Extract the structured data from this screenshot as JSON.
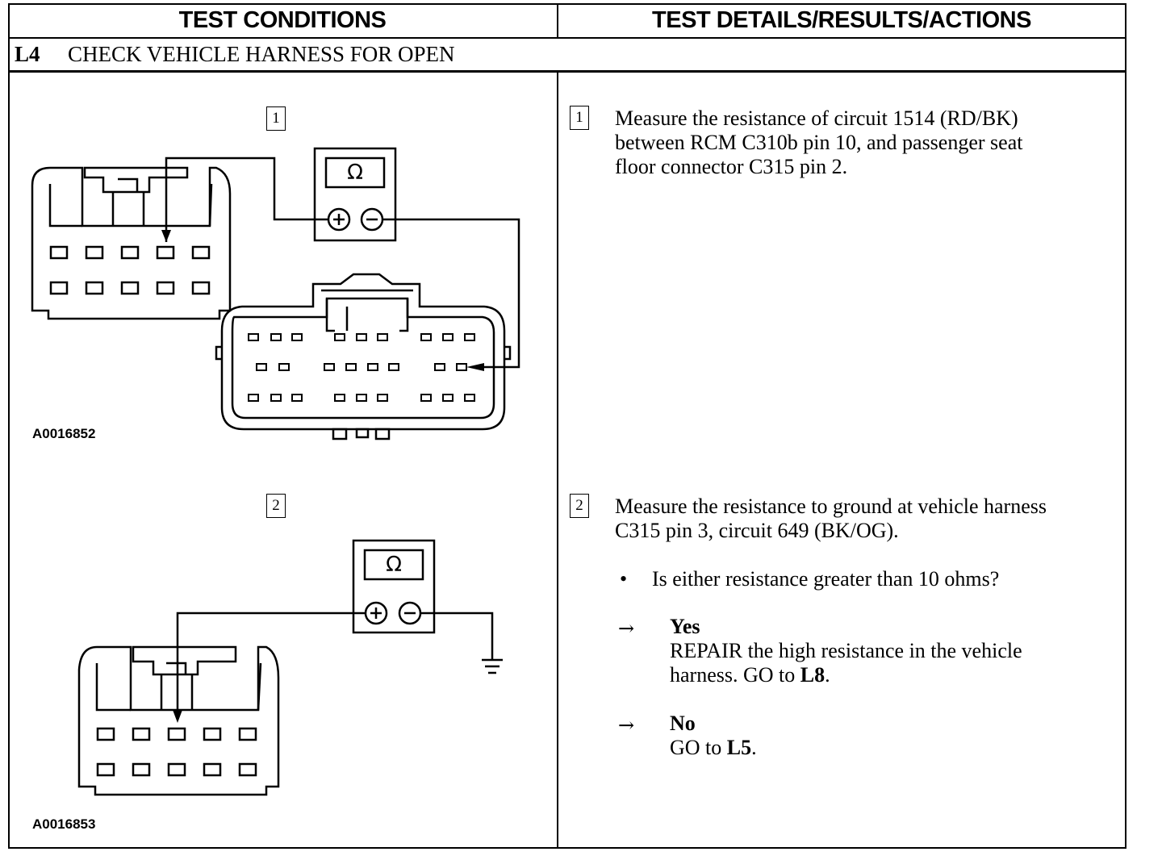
{
  "header": {
    "left": "TEST CONDITIONS",
    "right": "TEST DETAILS/RESULTS/ACTIONS"
  },
  "step": {
    "id": "L4",
    "title": "CHECK VEHICLE HARNESS FOR OPEN"
  },
  "conditions": [
    {
      "number": "1",
      "meter_symbol": "Ω",
      "figure_id": "A0016852"
    },
    {
      "number": "2",
      "meter_symbol": "Ω",
      "figure_id": "A0016853"
    }
  ],
  "details": {
    "step1": {
      "number": "1",
      "lines": [
        "Measure the resistance of circuit 1514 (RD/BK)",
        "between RCM C310b pin 10, and passenger seat",
        "floor connector C315 pin 2."
      ]
    },
    "step2": {
      "number": "2",
      "lines": [
        "Measure the resistance to ground at vehicle harness",
        "C315 pin 3, circuit 649 (BK/OG)."
      ],
      "bullet": "•",
      "question": "Is either resistance greater than 10 ohms?",
      "arrow": "→",
      "yes": {
        "label": "Yes",
        "line1": "REPAIR the high resistance in the vehicle",
        "line2_prefix": "harness. GO to ",
        "line2_ref": "L8",
        "line2_suffix": "."
      },
      "no": {
        "label": "No",
        "line_prefix": "GO to ",
        "line_ref": "L5",
        "line_suffix": "."
      }
    }
  }
}
